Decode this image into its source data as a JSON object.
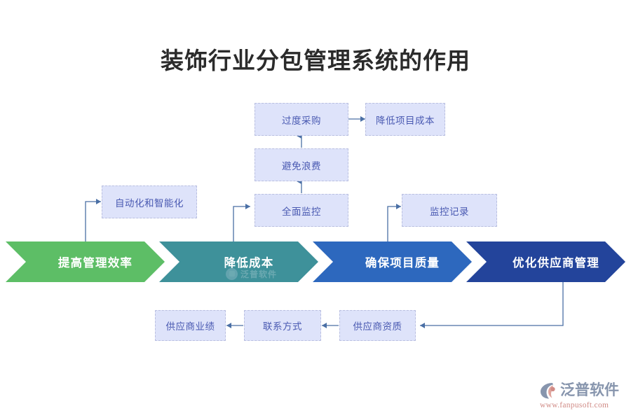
{
  "page": {
    "title": "装饰行业分包管理系统的作用",
    "background": "#ffffff"
  },
  "colors": {
    "chevron_green": "#5dbe66",
    "chevron_teal": "#3e919a",
    "chevron_blue": "#2d68be",
    "chevron_darkblue": "#23449b",
    "node_fill": "#dee3fa",
    "node_border": "#b9bfe0",
    "node_text": "#4a5ab2",
    "connector": "#4a6fa5",
    "title_text": "#2b2b2b"
  },
  "chevrons": [
    {
      "id": "efficiency",
      "label": "提高管理效率",
      "color": "#5dbe66"
    },
    {
      "id": "cost",
      "label": "降低成本",
      "color": "#3e919a"
    },
    {
      "id": "quality",
      "label": "确保项目质量",
      "color": "#2d68be"
    },
    {
      "id": "supplier",
      "label": "优化供应商管理",
      "color": "#23449b"
    }
  ],
  "nodes": [
    {
      "id": "over-purchase",
      "label": "过度采购"
    },
    {
      "id": "reduce-cost",
      "label": "降低项目成本"
    },
    {
      "id": "avoid-waste",
      "label": "避免浪费"
    },
    {
      "id": "automation",
      "label": "自动化和智能化"
    },
    {
      "id": "full-monitor",
      "label": "全面监控"
    },
    {
      "id": "monitor-record",
      "label": "监控记录"
    },
    {
      "id": "supplier-perf",
      "label": "供应商业绩"
    },
    {
      "id": "contact-method",
      "label": "联系方式"
    },
    {
      "id": "supplier-qual",
      "label": "供应商资质"
    }
  ],
  "watermark": {
    "text": "泛普软件"
  },
  "logo": {
    "name": "泛普软件",
    "url": "www.fanpusoft.com"
  }
}
